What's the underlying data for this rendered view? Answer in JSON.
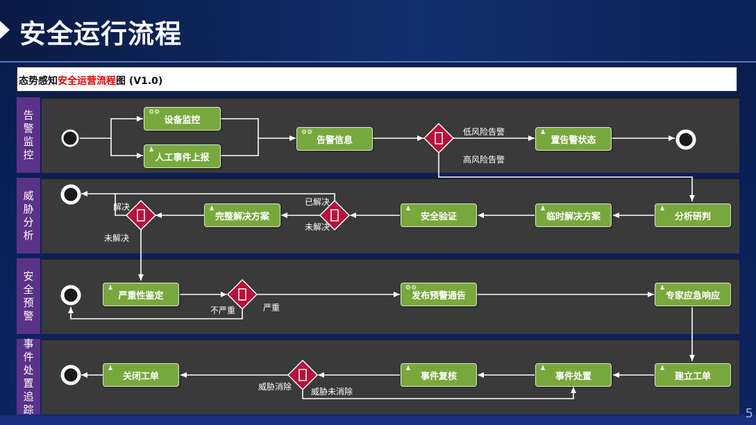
{
  "header": {
    "title": "安全运行流程"
  },
  "subtitle": {
    "prefix": "态势感知",
    "highlight": "安全运营流程",
    "suffix": "图 (V1.0)"
  },
  "lanes": [
    {
      "label": "告警监控"
    },
    {
      "label": "威胁分析"
    },
    {
      "label": "安全预警"
    },
    {
      "label": "事件处置追踪"
    }
  ],
  "tasks": {
    "device_monitor": "设备监控",
    "manual_report": "人工事件上报",
    "alert_info": "告警信息",
    "set_alert_status": "置告警状态",
    "analysis": "分析研判",
    "temp_solution": "临时解决方案",
    "security_verify": "安全验证",
    "full_solution": "完整解决方案",
    "severity": "严重性鉴定",
    "publish_warning": "发布预警通告",
    "expert_response": "专家应急响应",
    "create_ticket": "建立工单",
    "event_handle": "事件处置",
    "event_review": "事件复核",
    "close_ticket": "关闭工单"
  },
  "edge_labels": {
    "low_risk": "低风险告警",
    "high_risk": "高风险告警",
    "resolved_1": "已解决",
    "unresolved_1": "未解决",
    "resolved_2": "解决",
    "unresolved_2": "未解决",
    "not_severe": "不严重",
    "severe": "严重",
    "threat_cleared": "威胁消除",
    "threat_not_cleared": "威胁未消除"
  },
  "page_number": "5",
  "colors": {
    "lane_label": "#5a3288",
    "task": "#78a83c",
    "gateway": "#b5123a",
    "lane_bg": "#3a3a3a"
  }
}
